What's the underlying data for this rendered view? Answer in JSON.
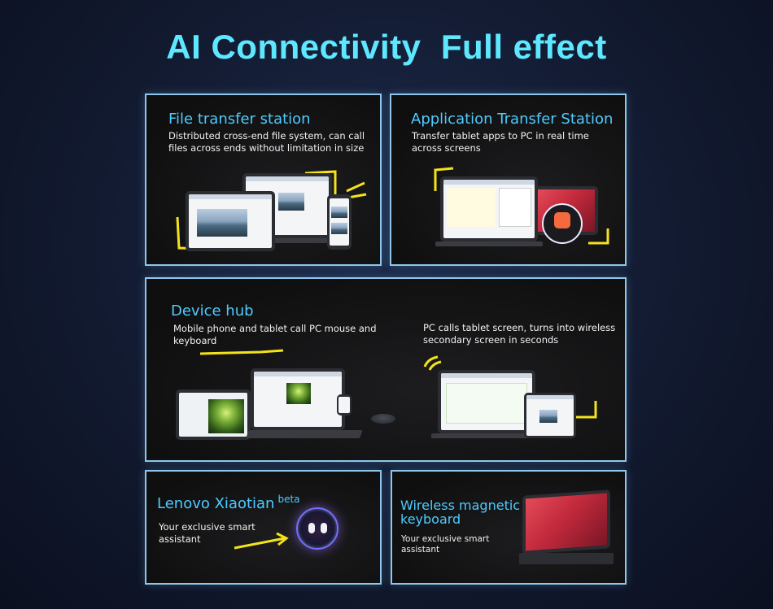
{
  "page": {
    "title": "AI Connectivity  Full effect"
  },
  "cards": {
    "file_transfer": {
      "title": "File transfer station",
      "text": "Distributed cross-end file system, can call files across ends without limitation in size"
    },
    "app_transfer": {
      "title": "Application Transfer Station",
      "text": "Transfer tablet apps to PC in real time across screens"
    },
    "device_hub": {
      "title": "Device hub",
      "text_left": "Mobile phone and tablet call PC mouse and keyboard",
      "text_right": "PC calls tablet screen, turns into wireless secondary screen in seconds"
    },
    "xiaotian": {
      "title": "Lenovo Xiaotian",
      "badge": "beta",
      "text": "Your exclusive smart assistant"
    },
    "keyboard": {
      "title": "Wireless magnetic keyboard",
      "text": "Your exclusive smart assistant"
    }
  },
  "colors": {
    "accent_cyan": "#5de8ff",
    "card_title_blue": "#4ecbff",
    "card_border": "#8fc6ec",
    "highlight_yellow": "#f4e21c"
  }
}
